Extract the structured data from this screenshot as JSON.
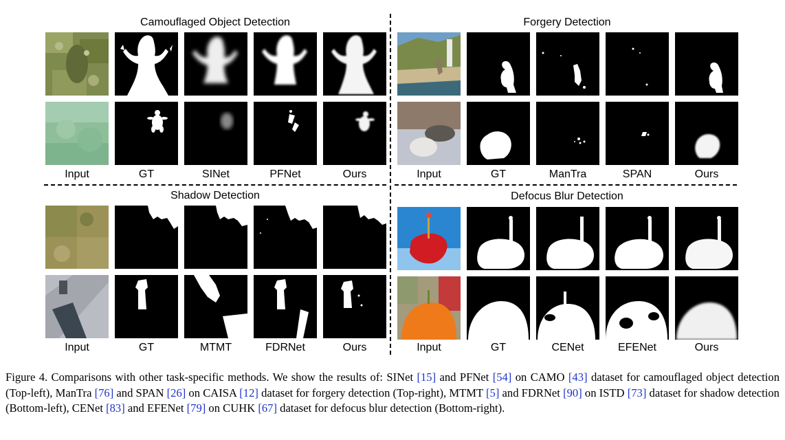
{
  "figure": {
    "quadrants": [
      {
        "title": "Camouflaged Object Detection",
        "labels": [
          "Input",
          "GT",
          "SINet",
          "PFNet",
          "Ours"
        ]
      },
      {
        "title": "Forgery Detection",
        "labels": [
          "Input",
          "GT",
          "ManTra",
          "SPAN",
          "Ours"
        ]
      },
      {
        "title": "Shadow Detection",
        "labels": [
          "Input",
          "GT",
          "MTMT",
          "FDRNet",
          "Ours"
        ]
      },
      {
        "title": "Defocus Blur Detection",
        "labels": [
          "Input",
          "GT",
          "CENet",
          "EFENet",
          "Ours"
        ]
      }
    ]
  },
  "caption": {
    "prefix": "Figure 4. Comparisons with other task-specific methods. We show the results of: SINet ",
    "c15": "[15]",
    "t1": " and PFNet ",
    "c54": "[54]",
    "t2": " on CAMO ",
    "c43": "[43]",
    "t3": " dataset for camouflaged object detection (Top-left), ManTra ",
    "c76": "[76]",
    "t4": " and SPAN ",
    "c26": "[26]",
    "t5": " on CAISA ",
    "c12": "[12]",
    "t6": " dataset for forgery detection (Top-right), MTMT ",
    "c5": "[5]",
    "t7": " and FDRNet ",
    "c90": "[90]",
    "t8": " on ISTD ",
    "c73": "[73]",
    "t9": " dataset for shadow detection (Bottom-left), CENet ",
    "c83": "[83]",
    "t10": " and EFENet ",
    "c79": "[79]",
    "t11": " on CUHK ",
    "c67": "[67]",
    "t12": " dataset for defocus blur detection (Bottom-right)."
  }
}
